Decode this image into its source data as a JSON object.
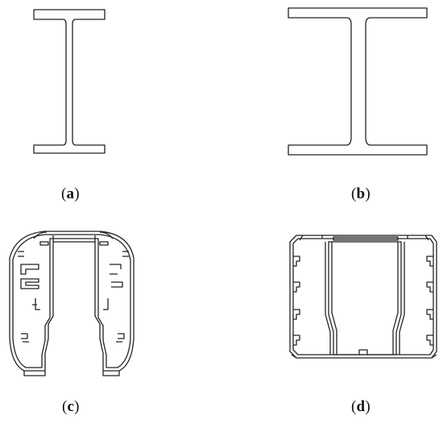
{
  "panels": [
    {
      "id": "a",
      "caption_open": "(",
      "caption_letter": "a",
      "caption_close": ")"
    },
    {
      "id": "b",
      "caption_open": "(",
      "caption_letter": "b",
      "caption_close": ")"
    },
    {
      "id": "c",
      "caption_open": "(",
      "caption_letter": "c",
      "caption_close": ")"
    },
    {
      "id": "d",
      "caption_open": "(",
      "caption_letter": "d",
      "caption_close": ")"
    }
  ],
  "colors": {
    "stroke": "#222222",
    "background": "#ffffff"
  }
}
